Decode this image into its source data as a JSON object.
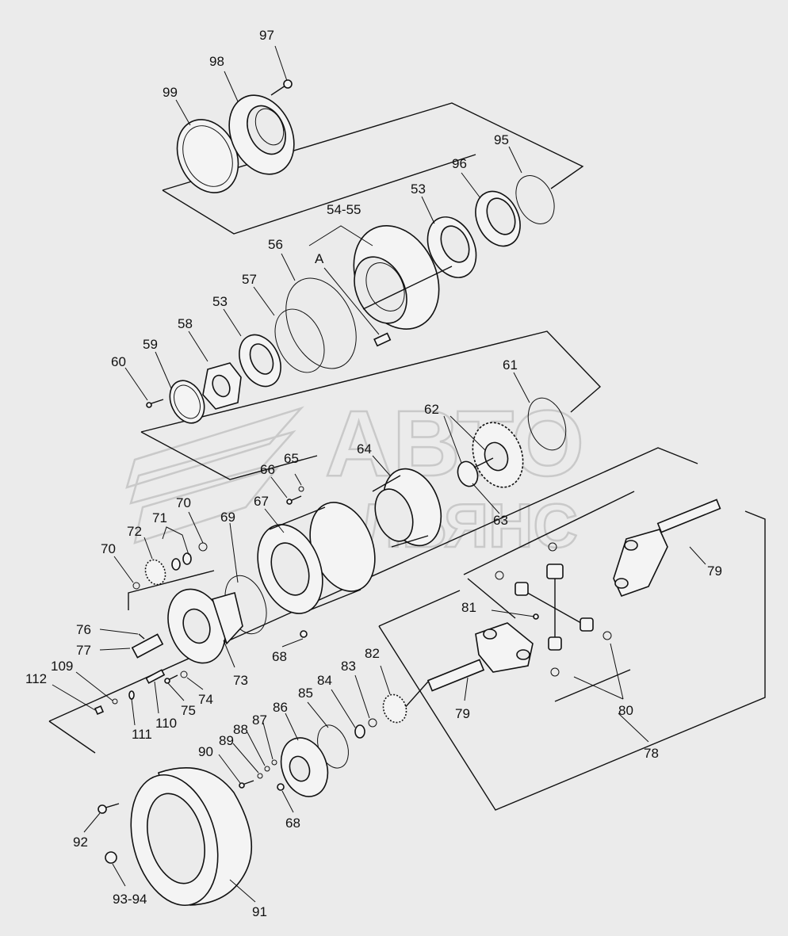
{
  "watermark": {
    "line1": "АВТО",
    "line2": "АЛЬЯНС"
  },
  "callouts": {
    "c97": "97",
    "c98": "98",
    "c99": "99",
    "c95": "95",
    "c96": "96",
    "c53a": "53",
    "c5455": "54-55",
    "cA": "A",
    "c56": "56",
    "c57": "57",
    "c53b": "53",
    "c58": "58",
    "c59": "59",
    "c60": "60",
    "c61": "61",
    "c62": "62",
    "c64": "64",
    "c63": "63",
    "c65": "65",
    "c66": "66",
    "c67": "67",
    "c70a": "70",
    "c69": "69",
    "c71": "71",
    "c72": "72",
    "c70b": "70",
    "c68a": "68",
    "c73": "73",
    "c76": "76",
    "c77": "77",
    "c109": "109",
    "c112": "112",
    "c74": "74",
    "c75": "75",
    "c111": "111",
    "c110": "110",
    "c79a": "79",
    "c81": "81",
    "c82": "82",
    "c83": "83",
    "c84": "84",
    "c85": "85",
    "c86": "86",
    "c87": "87",
    "c88": "88",
    "c89": "89",
    "c90": "90",
    "c79b": "79",
    "c80": "80",
    "c78": "78",
    "c68b": "68",
    "c92": "92",
    "c9394": "93-94",
    "c91": "91"
  }
}
